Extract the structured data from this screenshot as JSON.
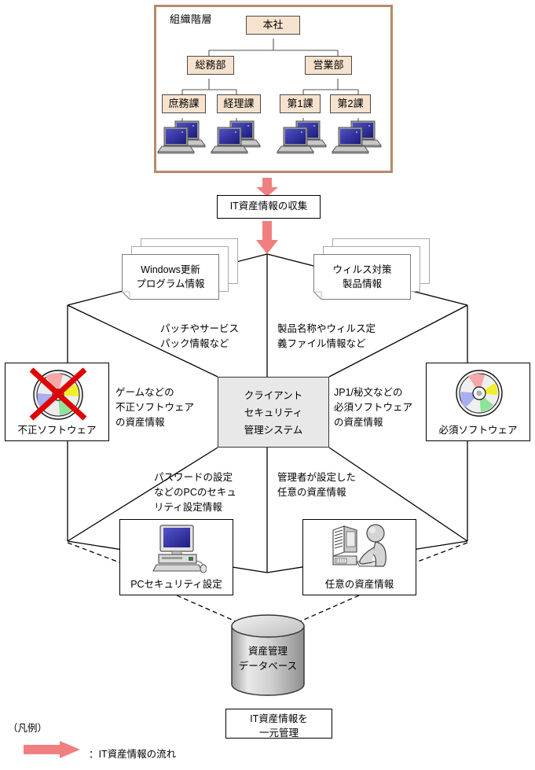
{
  "org": {
    "title": "組織階層",
    "root": "本社",
    "level2": [
      "総務部",
      "営業部"
    ],
    "level3": [
      "庶務課",
      "経理課",
      "第1課",
      "第2課"
    ],
    "laptop_icon": "laptop-icon"
  },
  "collect": {
    "label": "IT資産情報の収集",
    "arrow_icon": "down-arrow-icon",
    "arrow_color": "#f08080"
  },
  "center": {
    "lines": [
      "クライアント",
      "セキュリティ",
      "管理システム"
    ],
    "fill": "#e8e8e8"
  },
  "docs": [
    {
      "name": "windows-update-docs",
      "lines": [
        "Windows更新",
        "プログラム情報"
      ]
    },
    {
      "name": "antivirus-docs",
      "lines": [
        "ウィルス対策",
        "製品情報"
      ]
    }
  ],
  "icon_boxes": [
    {
      "name": "unauthorized-software",
      "caption": "不正ソフトウェア",
      "icon": "cd-with-red-x-icon"
    },
    {
      "name": "required-software",
      "caption": "必須ソフトウェア",
      "icon": "colored-cd-icon"
    },
    {
      "name": "pc-security-settings",
      "caption": "PCセキュリティ設定",
      "icon": "desktop-computer-icon"
    },
    {
      "name": "arbitrary-asset-info",
      "caption": "任意の資産情報",
      "icon": "person-at-computer-icon"
    }
  ],
  "annotations": [
    {
      "name": "annot-patch",
      "lines": [
        "パッチやサービス",
        "パック情報など"
      ]
    },
    {
      "name": "annot-product",
      "lines": [
        "製品名称やウィルス定",
        "義ファイル情報など"
      ]
    },
    {
      "name": "annot-game",
      "lines": [
        "ゲームなどの",
        "不正ソフトウェア",
        "の資産情報"
      ]
    },
    {
      "name": "annot-jp1",
      "lines": [
        "JP1/秘文などの",
        "必須ソフトウェア",
        "の資産情報"
      ]
    },
    {
      "name": "annot-password",
      "lines": [
        "パスワードの設定",
        "などのPCのセキュ",
        "リティ設定情報"
      ]
    },
    {
      "name": "annot-admin",
      "lines": [
        "管理者が設定した",
        "任意の資産情報"
      ]
    }
  ],
  "database": {
    "lines": [
      "資産管理",
      "データベース"
    ],
    "box_lines": [
      "IT資産情報を",
      "一元管理"
    ]
  },
  "legend": {
    "title": "（凡例）",
    "text": "：IT資産情報の流れ",
    "arrow_icon": "right-arrow-icon",
    "arrow_color": "#f08080"
  }
}
